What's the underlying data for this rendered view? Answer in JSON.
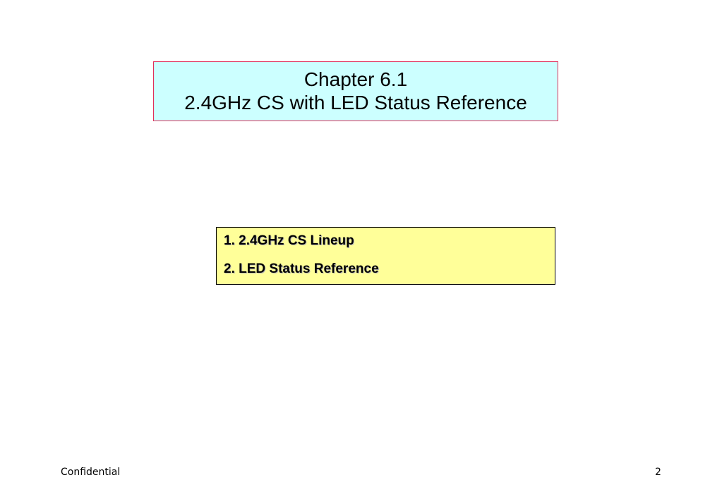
{
  "title_box": {
    "line1": "Chapter 6.1",
    "line2": "2.4GHz CS with LED Status Reference"
  },
  "toc": {
    "items": [
      "1. 2.4GHz CS Lineup",
      "2. LED Status Reference"
    ]
  },
  "footer": {
    "left": "Confidential",
    "page_number": "2"
  },
  "colors": {
    "title_box_fill": "#ccffff",
    "title_box_border": "#e0305a",
    "toc_box_fill": "#ffff99",
    "toc_box_border": "#000000"
  }
}
